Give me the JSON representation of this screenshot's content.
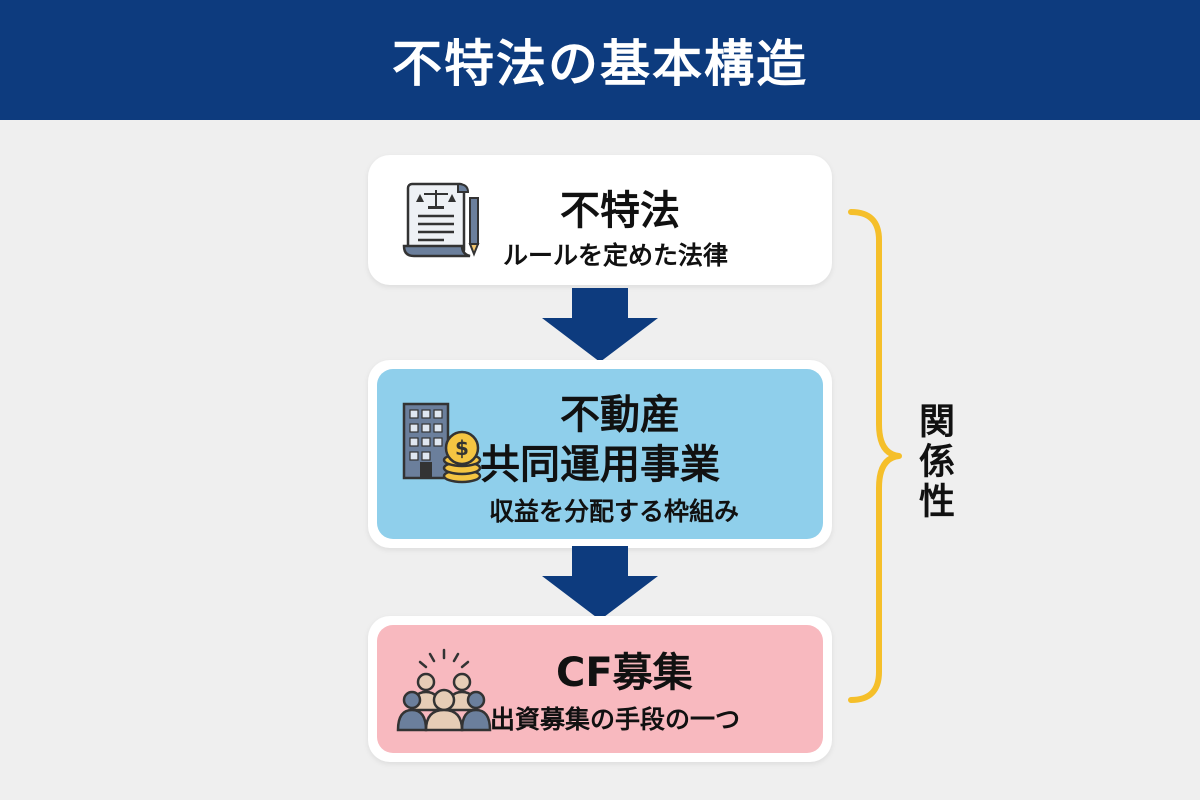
{
  "header": {
    "title": "不特法の基本構造"
  },
  "nodes": [
    {
      "title": "不特法",
      "subtitle": "ルールを定めた法律",
      "icon": "legal-document-icon",
      "color": "#ffffff"
    },
    {
      "title_line1": "不動産",
      "title_line2": "共同運用事業",
      "subtitle": "収益を分配する枠組み",
      "icon": "building-coins-icon",
      "color": "#8fcfeb"
    },
    {
      "title": "CF募集",
      "subtitle": "出資募集の手段の一つ",
      "icon": "crowd-people-icon",
      "color": "#f8b9bf"
    }
  ],
  "relation": {
    "label": "関係性",
    "bracket_color": "#f5bf2a"
  },
  "colors": {
    "header_bg": "#0d3b7e",
    "arrow": "#0d3b7e",
    "background": "#efefef"
  }
}
